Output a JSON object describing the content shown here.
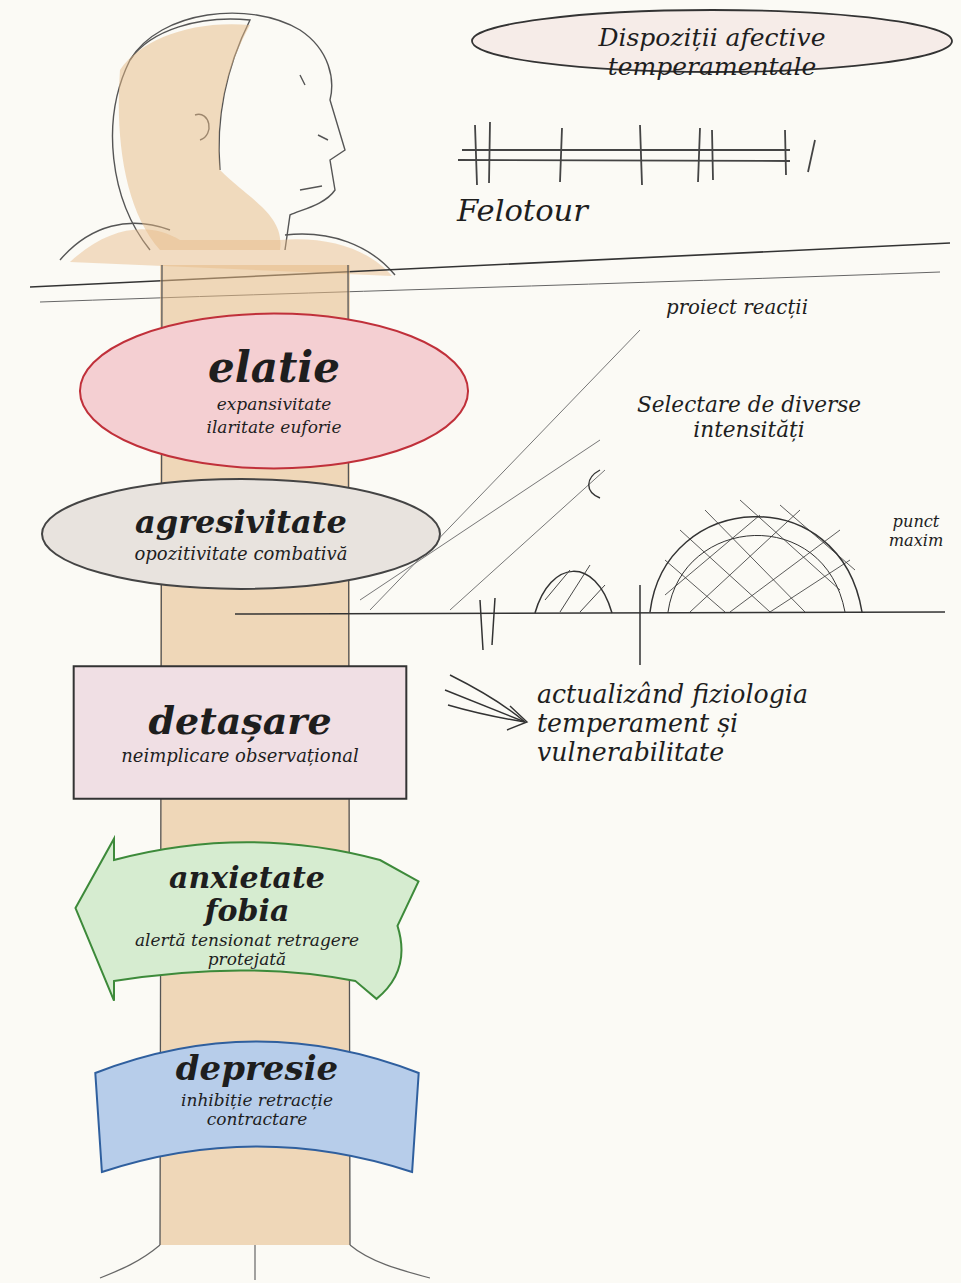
{
  "diagram": {
    "title": "Dispoziții afective temperamentale",
    "nodes": [
      {
        "text": [
          "elatie",
          "expansivitate",
          "ilaritate euforie"
        ]
      },
      {
        "text": [
          "agresivitate",
          "opozitivitate combativă"
        ]
      },
      {
        "text": [
          "detașare",
          "neimplicare observațional"
        ]
      },
      {
        "text": [
          "anxietate fobia",
          "alertă tensionat retragere protejată"
        ]
      },
      {
        "text": [
          "depresie",
          "inhibiție retracție contractare"
        ]
      }
    ],
    "labels": [
      "Felotour",
      "proiect reacții",
      "Selectare de diverse intensități",
      "punct maxim",
      "actualizând fiziologia temperament și vulnerabilitate"
    ]
  }
}
